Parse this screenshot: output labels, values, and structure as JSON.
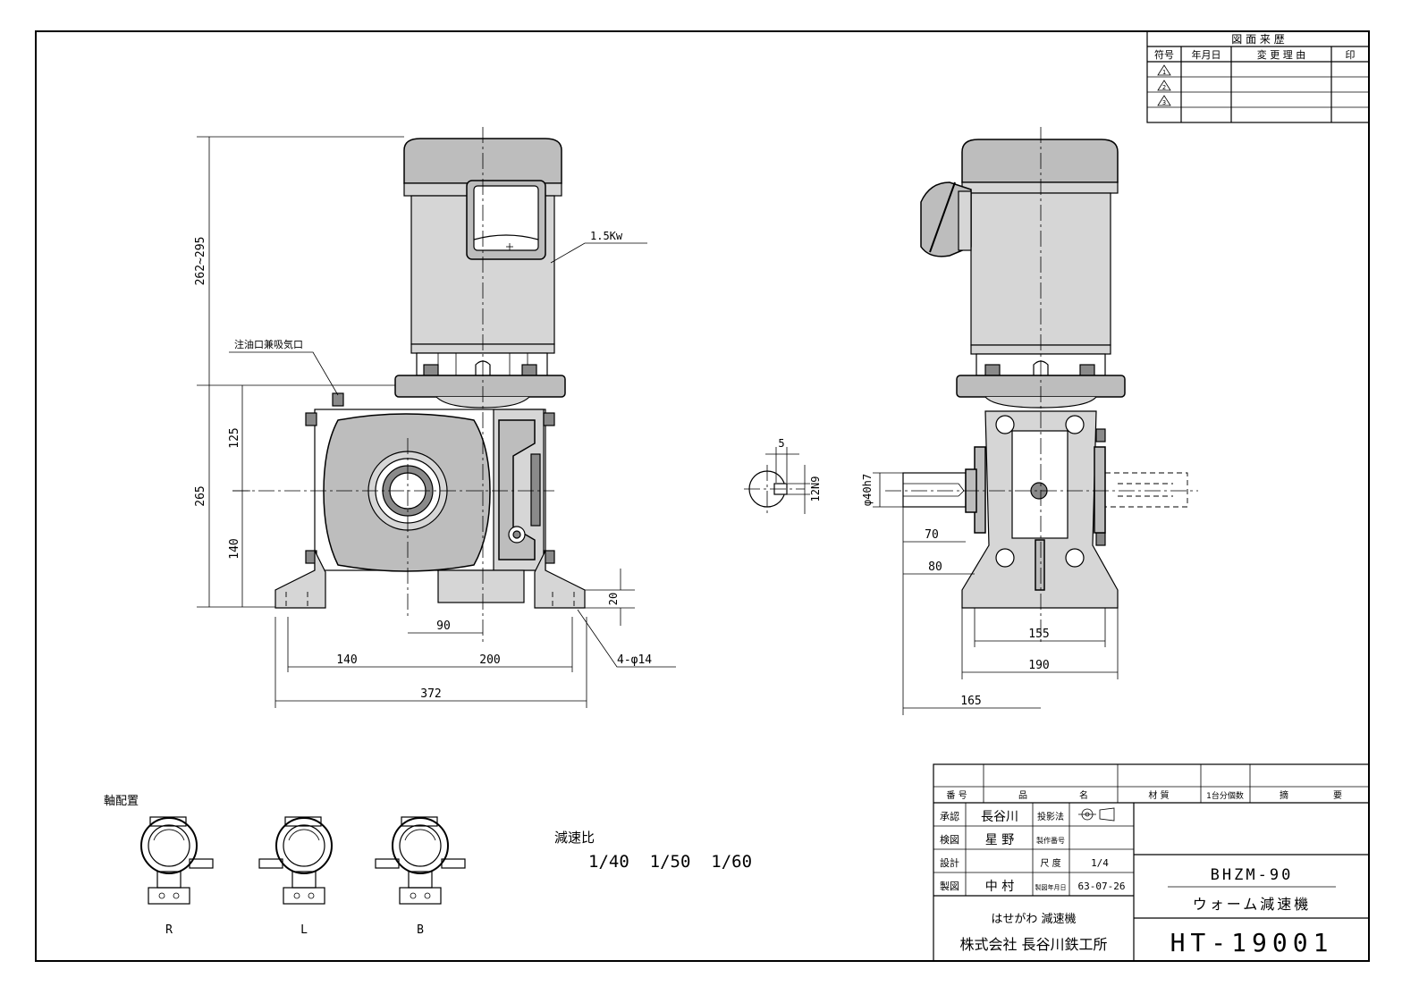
{
  "drawing": {
    "revision_table": {
      "title": "図 面 来 歴",
      "headers": [
        "符号",
        "年月日",
        "変 更 理 由",
        "印"
      ],
      "symbols": [
        "1",
        "2",
        "3"
      ]
    },
    "front_view": {
      "motor_label": "1.5Kw",
      "oil_port_label": "注油口兼吸気口",
      "dims": {
        "motor_height": "262~295",
        "total_lower": "265",
        "upper": "125",
        "lower": "140",
        "base_h": "20",
        "d90": "90",
        "d140": "140",
        "d200": "200",
        "d372": "372",
        "holes": "4-φ14"
      }
    },
    "key_detail": {
      "width": "5",
      "fit": "12N9"
    },
    "side_view": {
      "dims": {
        "shaft": "φ40h7",
        "d70": "70",
        "d80": "80",
        "d155": "155",
        "d190": "190",
        "d165": "165"
      }
    },
    "shaft_arrangement": {
      "title": "軸配置",
      "items": [
        "R",
        "L",
        "B"
      ]
    },
    "ratio": {
      "label": "減速比",
      "values": "1/40  1/50  1/60"
    },
    "title_block": {
      "col_headers": [
        "番 号",
        "品",
        "名",
        "材 質",
        "1台分個数",
        "摘",
        "要"
      ],
      "rows": [
        {
          "role": "承認",
          "name": "長谷川",
          "field": "投影法",
          "value": ""
        },
        {
          "role": "検図",
          "name": "星 野",
          "field": "製作番号",
          "value": ""
        },
        {
          "role": "設計",
          "name": "",
          "field": "尺 度",
          "value": "1/4"
        },
        {
          "role": "製図",
          "name": "中 村",
          "field": "製図年月日",
          "value": "63-07-26"
        }
      ],
      "company_line1": "はせがわ 減速機",
      "company_line2": "株式会社 長谷川鉄工所",
      "model": "BHZM-90",
      "product_name": "ウォーム減速機",
      "drawing_number": "HT-19001"
    }
  }
}
